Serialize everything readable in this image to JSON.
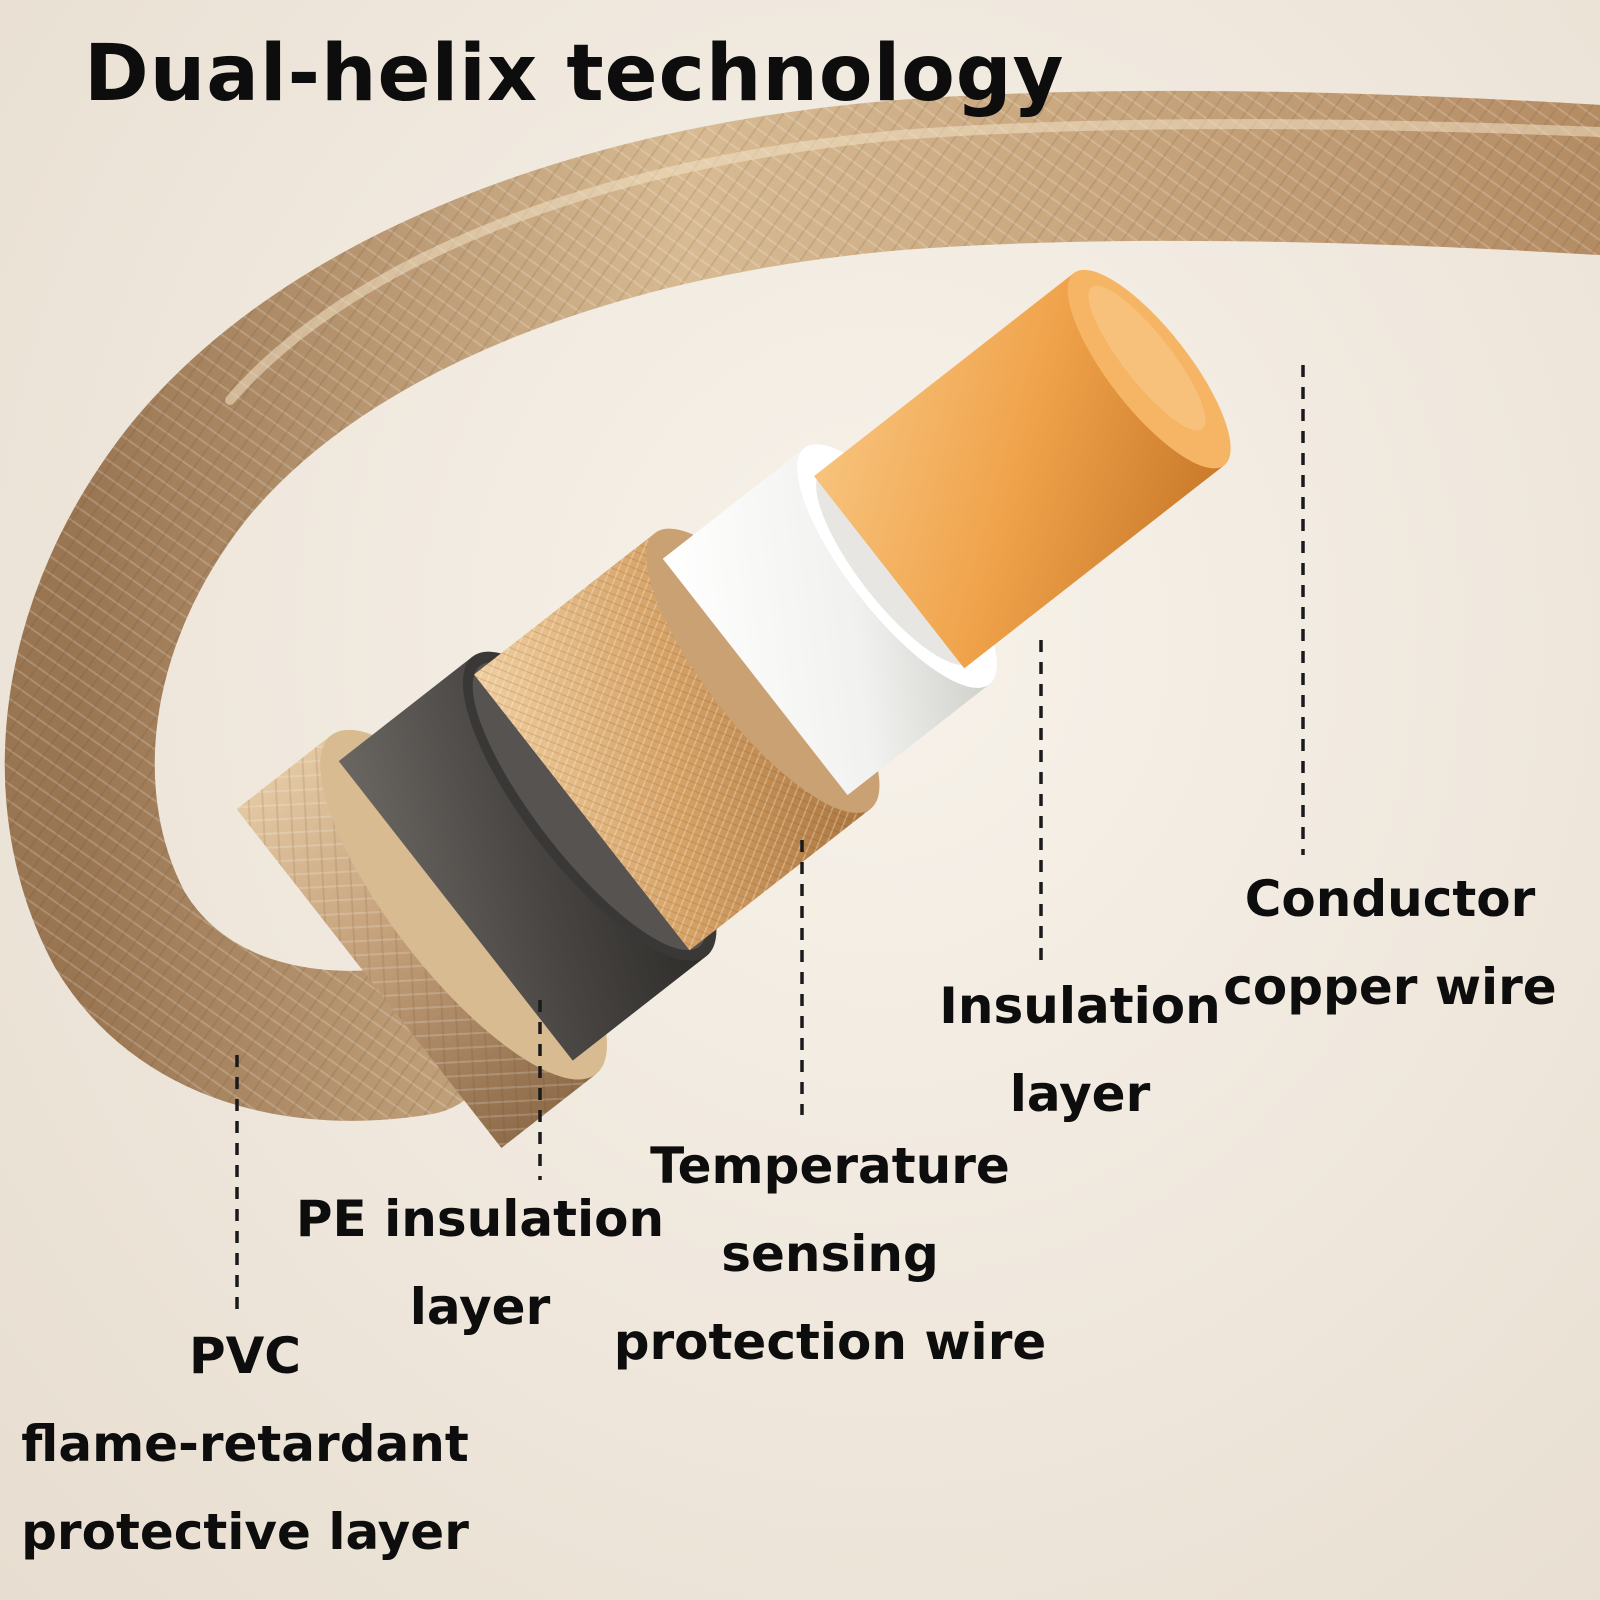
{
  "title": "Dual-helix technology",
  "labels": {
    "conductor": [
      "Conductor",
      "copper wire"
    ],
    "insulation": [
      "Insulation",
      "layer"
    ],
    "temperature": [
      "Temperature",
      "sensing",
      "protection wire"
    ],
    "pe": [
      "PE insulation",
      "layer"
    ],
    "pvc": [
      "PVC",
      "flame-retardant",
      "protective layer"
    ]
  },
  "colors": {
    "background": "#efe7dc",
    "braided_sheath": "#c8a47c",
    "pe_layer": "#4a4744",
    "sensing_wire": "#d9a66a",
    "insulation": "#f4f4f2",
    "conductor": "#f2a54c",
    "text": "#0d0d0d"
  }
}
